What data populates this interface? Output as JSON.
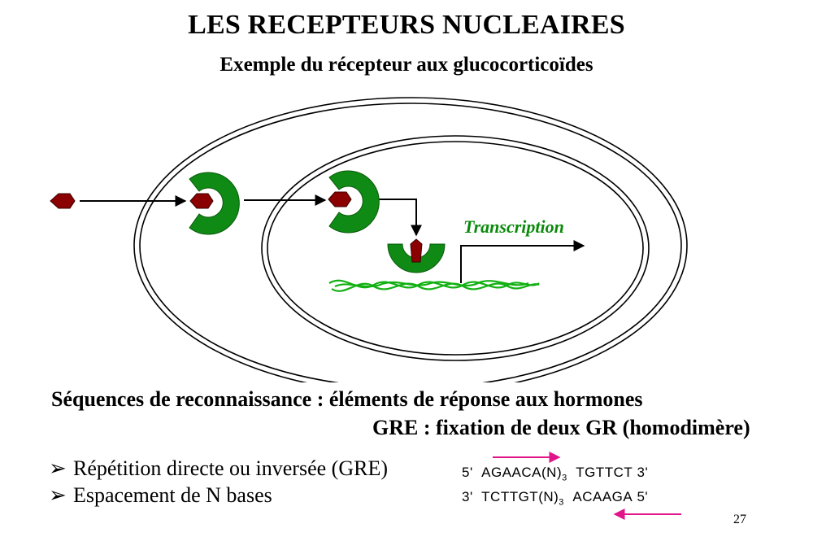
{
  "header": {
    "title": "LES RECEPTEURS NUCLEAIRES",
    "subtitle": "Exemple du récepteur aux glucocorticoïdes"
  },
  "diagram": {
    "transcription_label": "Transcription",
    "colors": {
      "receptor": "#0f8a15",
      "hormone": "#8b0000",
      "dna": "#12b012",
      "label": "#0a8a0a",
      "arrow_pink": "#e0158a"
    },
    "icons": [
      "hormone-icon",
      "receptor-icon",
      "dna-strand-icon"
    ]
  },
  "body": {
    "heading1": "Séquences de reconnaissance : éléments de réponse aux hormones",
    "heading2": "GRE : fixation de deux GR (homodimère)",
    "bullets": [
      {
        "mark": "➢",
        "text": "Répétition directe ou inversée (GRE)"
      },
      {
        "mark": "➢",
        "text": "Espacement de N bases"
      }
    ]
  },
  "sequences": {
    "line1": {
      "prime_start": "5'",
      "part1": "AGAACA(N)",
      "sub": "3",
      "part2": "TGTTCT",
      "prime_end": "3'"
    },
    "line2": {
      "prime_start": "3'",
      "part1": "TCTTGT(N)",
      "sub": "3",
      "part2": "ACAAGA",
      "prime_end": "5'"
    }
  },
  "footer": {
    "page_number": "27"
  }
}
